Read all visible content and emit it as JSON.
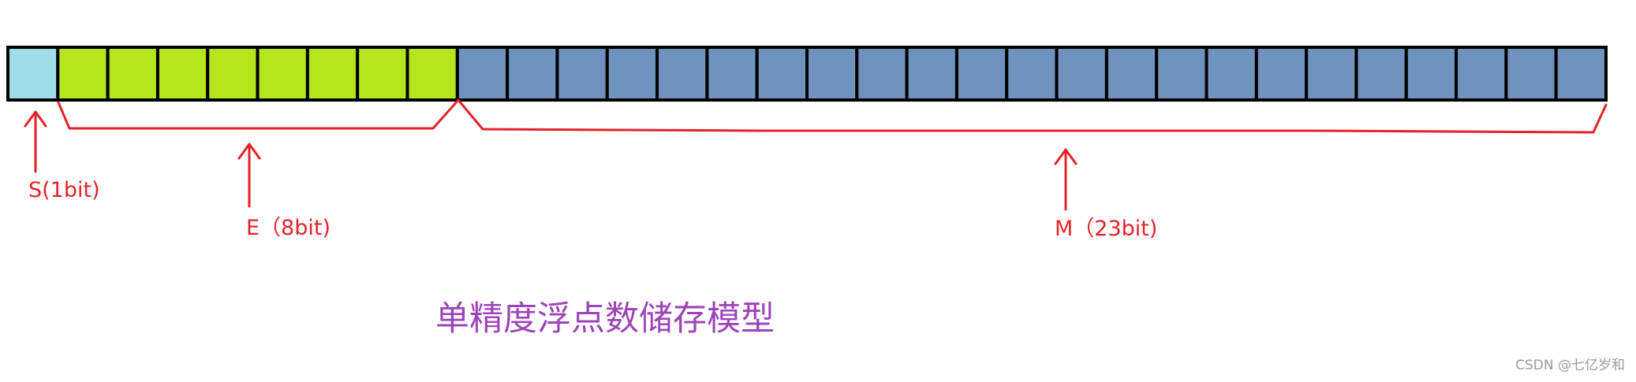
{
  "diagram": {
    "fields": [
      {
        "key": "sign",
        "bits": 1,
        "label": "S(1bit)",
        "color": "#9edce9"
      },
      {
        "key": "exponent",
        "bits": 8,
        "label": "E（8bit)",
        "color": "#b5e61d"
      },
      {
        "key": "mantissa",
        "bits": 23,
        "label": "M（23bit)",
        "color": "#7092be"
      }
    ],
    "total_bits": 32,
    "arrow_color": "#e4222a",
    "cell_border_color": "#000000"
  },
  "caption": {
    "text": "单精度浮点数储存模型",
    "color": "#9c44b8"
  },
  "watermark": {
    "text": "CSDN @七亿岁和"
  }
}
